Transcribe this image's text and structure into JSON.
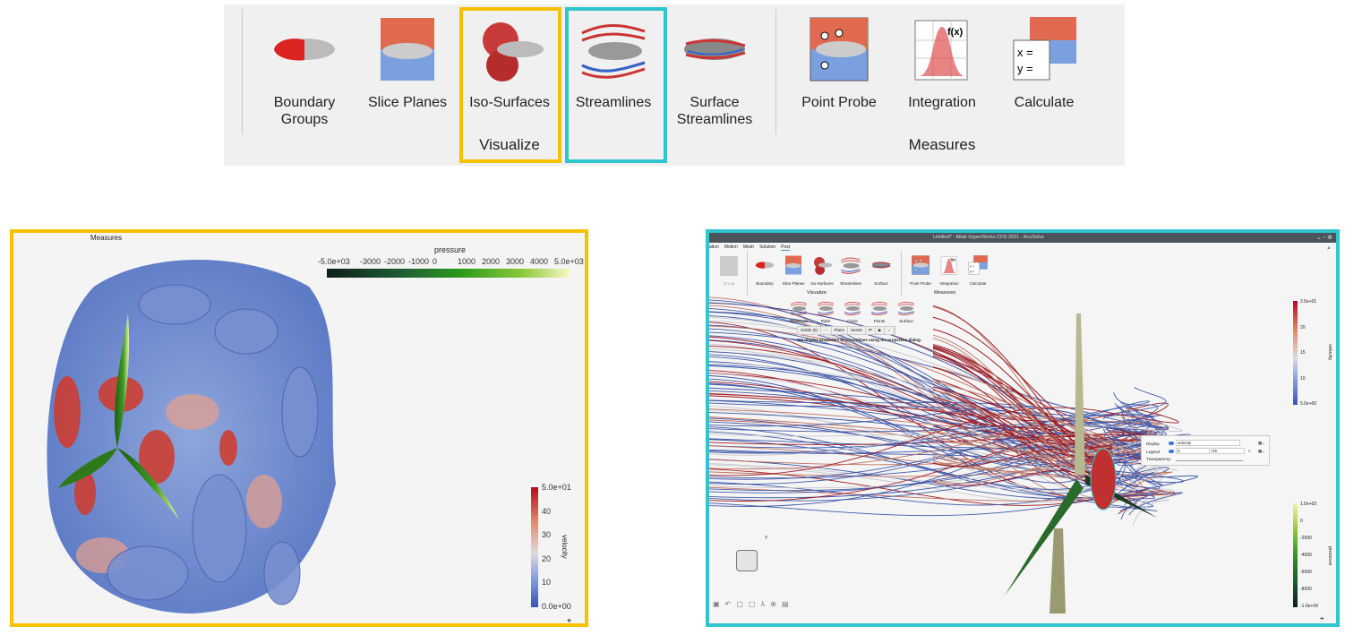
{
  "ribbon": {
    "tools": [
      {
        "label": "Boundary\nGroups",
        "icon": "boundary-groups-icon"
      },
      {
        "label": "Slice Planes",
        "icon": "slice-planes-icon"
      },
      {
        "label": "Iso-Surfaces",
        "icon": "iso-surfaces-icon"
      },
      {
        "label": "Streamlines",
        "icon": "streamlines-icon"
      },
      {
        "label": "Surface\nStreamlines",
        "icon": "surface-streamlines-icon"
      },
      {
        "label": "Point Probe",
        "icon": "point-probe-icon"
      },
      {
        "label": "Integration",
        "icon": "integration-icon"
      },
      {
        "label": "Calculate",
        "icon": "calculate-icon"
      }
    ],
    "groups": {
      "visualize": "Visualize",
      "measures": "Measures"
    },
    "highlight_colors": {
      "iso": "#f8c100",
      "streamlines": "#2fc6cf"
    }
  },
  "left_view": {
    "corner_label": "Measures",
    "pressure_legend": {
      "title": "pressure",
      "ticks": [
        "-5.0e+03",
        "-3000",
        "-2000",
        "-1000",
        "0",
        "1000",
        "2000",
        "3000",
        "4000",
        "5.0e+03"
      ]
    },
    "velocity_legend": {
      "title": "velocity",
      "ticks": [
        "5.0e+01",
        "40",
        "30",
        "20",
        "10",
        "0.0e+00"
      ]
    }
  },
  "right_view": {
    "title": "Untitled* - Altair HyperWorks CFD 2021 - AcuSolve",
    "menu": [
      "ation",
      "Motion",
      "Mesh",
      "Solution",
      "Post"
    ],
    "active_menu": "Post",
    "tools": [
      "Group",
      "Boundary",
      "Slice Planes",
      "Iso-Surfaces",
      "Streamlines",
      "Surface",
      "Point Probe",
      "Integration",
      "Calculate"
    ],
    "groups": {
      "visualize": "Visualize",
      "measures": "Measures"
    },
    "seed_tools": [
      "Rectangle",
      "Rake",
      "Circle",
      "Points",
      "Surface"
    ],
    "microbar": {
      "solids": "Solids (5)",
      "more": "···",
      "plane": "Plane",
      "seeds": "Seeds",
      "first": "⏮",
      "play": "▶",
      "ok": "✓"
    },
    "hint": "Set display properties of streamlines using the properties dialog.",
    "props": {
      "display_label": "Display",
      "display_value": "velocity",
      "legend_label": "Legend",
      "legend_min": "5",
      "legend_max": "25",
      "transparency_label": "Transparency"
    },
    "velocity_legend": {
      "title": "velocity",
      "ticks": [
        "2.5e+01",
        "20",
        "15",
        "10",
        "5.0e+00"
      ]
    },
    "pressure_legend": {
      "title": "pressure",
      "ticks": [
        "1.0e+03",
        "0",
        "-2000",
        "-4000",
        "-6000",
        "-8000",
        "-1.0e+04"
      ]
    },
    "axis_label": "Y"
  }
}
